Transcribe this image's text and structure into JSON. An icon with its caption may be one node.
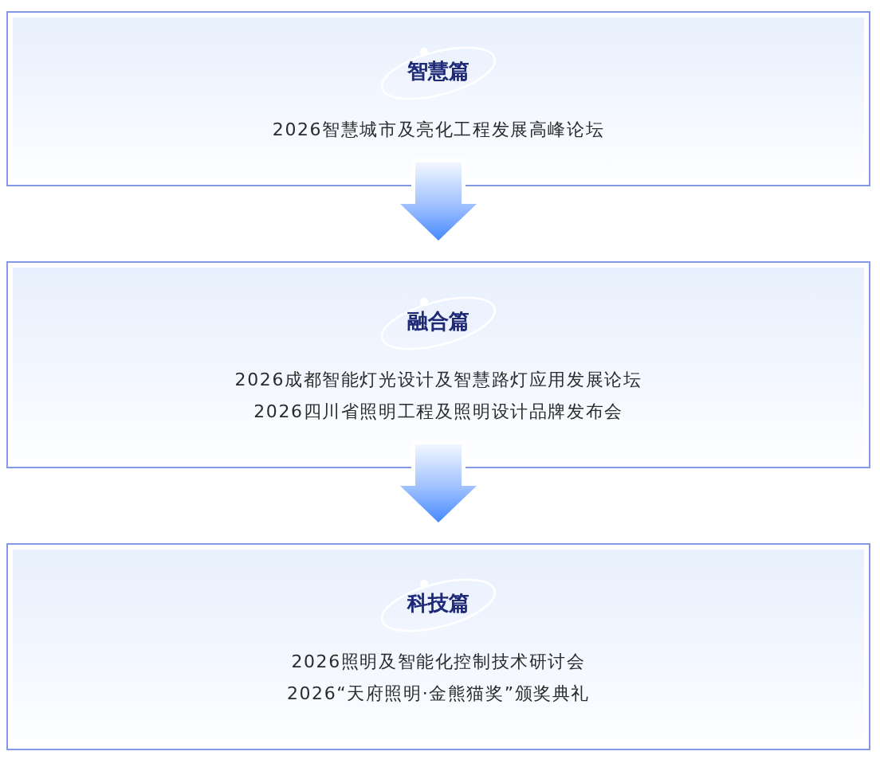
{
  "diagram": {
    "nodes": [
      {
        "text": [
          "智慧篇",
          "2026智慧城市及亮化工程发展高峰论坛"
        ]
      },
      {
        "text": [
          "融合篇",
          "2026成都智能灯光设计及智慧路灯应用发展论坛",
          "2026四川省照明工程及照明设计品牌发布会"
        ]
      },
      {
        "text": [
          "科技篇",
          "2026照明及智能化控制技术研讨会",
          "2026“天府照明·金熊猫奖”颁奖典礼"
        ]
      }
    ],
    "edges": [
      {
        "from": 0,
        "to": 1,
        "arrow": "to"
      },
      {
        "from": 1,
        "to": 2,
        "arrow": "to"
      }
    ]
  }
}
